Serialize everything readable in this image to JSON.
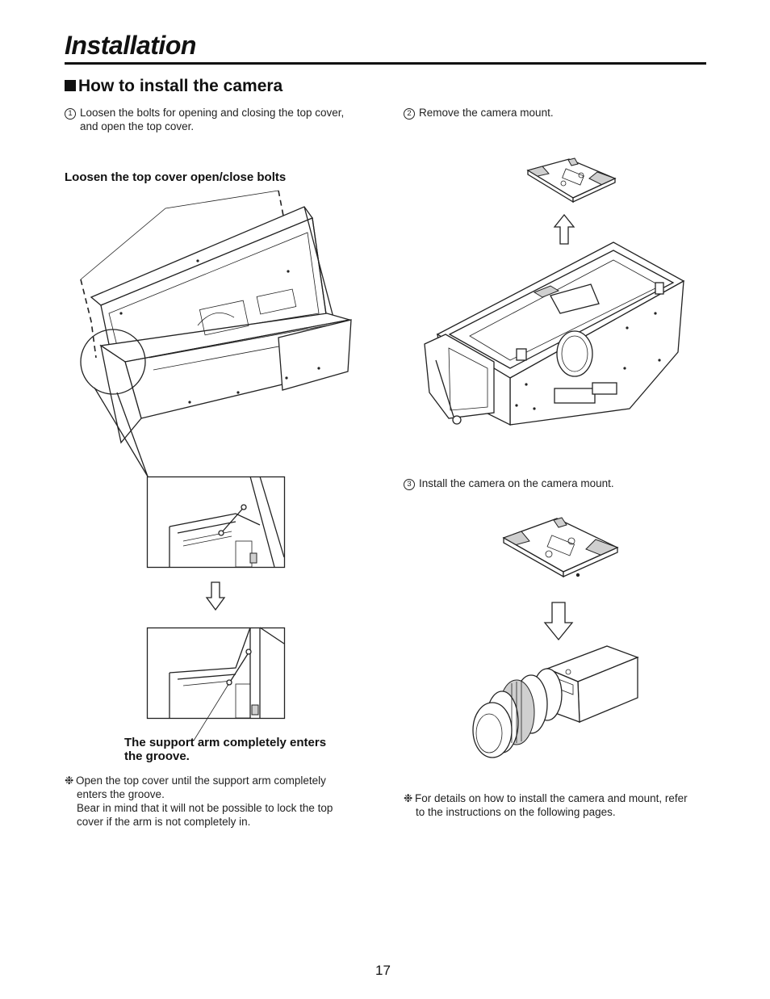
{
  "header": {
    "title": "Installation"
  },
  "section": {
    "heading": "How to install the camera"
  },
  "steps": [
    {
      "number": "1",
      "line1": "Loosen the bolts for opening and closing the top cover,",
      "line2": "and open the top cover."
    },
    {
      "number": "2",
      "text": "Remove the camera mount."
    },
    {
      "number": "3",
      "text": "Install the camera on the camera mount."
    }
  ],
  "captions": {
    "loosen_bolts": "Loosen the top cover open/close bolts",
    "support_arm_line1": "The support arm completely enters",
    "support_arm_line2": "the groove."
  },
  "notes": {
    "mark": "❉",
    "left_line1": "Open the top cover until the support arm completely",
    "left_line2": "enters the groove.",
    "left_line3": "Bear in mind that it will not be possible to lock the top",
    "left_line4": "cover if the arm is not completely in.",
    "right_line1": "For details on how to install the camera and mount, refer",
    "right_line2": "to the instructions on the following pages."
  },
  "footer": {
    "page_number": "17"
  },
  "icons": {
    "section_marker": "black-square-icon",
    "step_marker": "circled-number-icon",
    "note_marker": "snowflake-asterisk-icon",
    "arrow_up": "up-arrow-icon",
    "arrow_down": "down-arrow-icon"
  }
}
